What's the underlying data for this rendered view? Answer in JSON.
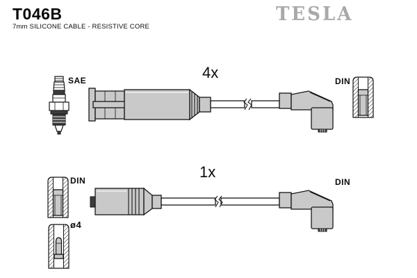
{
  "document": {
    "part_number": "T046B",
    "subtitle": "7mm SILICONE CABLE - RESISTIVE CORE",
    "brand_logo": "TESLA"
  },
  "top_cable": {
    "quantity": "4x",
    "plug_end_standard": "SAE",
    "distributor_end_standard": "DIN"
  },
  "bottom_cable": {
    "quantity": "1x",
    "coil_end_standard": "DIN",
    "coil_end_pin_diameter": "ø4",
    "distributor_end_standard": "DIN"
  },
  "icons": {
    "spark_plug": "spark-plug-icon",
    "din_socket": "din-socket-cross-section-icon",
    "pin_socket": "4mm-pin-socket-cross-section-icon"
  },
  "colors": {
    "connector_fill": "#c9c9c9",
    "outline": "#151515",
    "logo_gray": "#a9a9a9"
  }
}
